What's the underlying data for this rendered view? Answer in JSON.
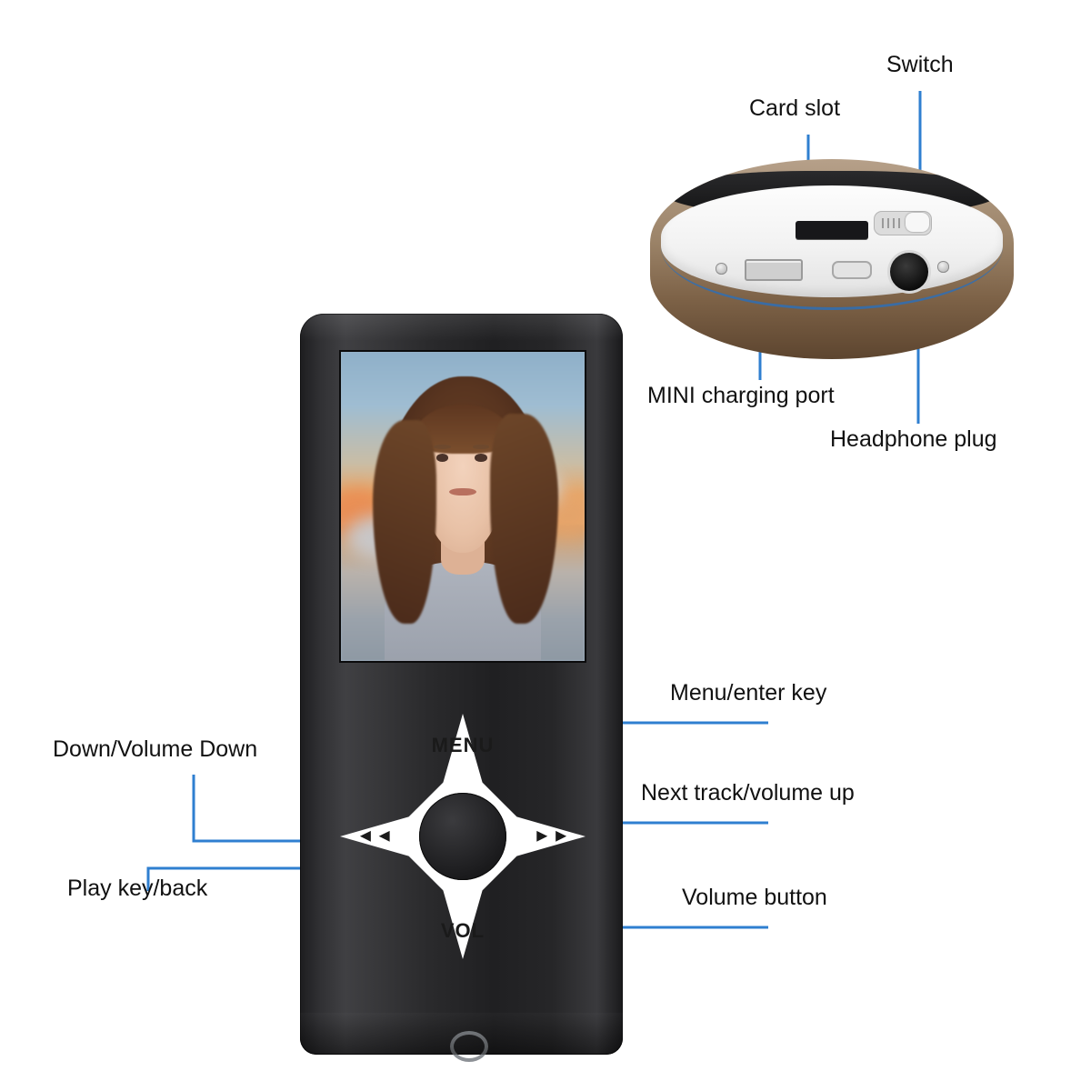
{
  "diagram": {
    "title": "MP3 player callout diagram",
    "accent_color": "#2f7fd0",
    "background_color": "#ffffff",
    "text_color": "#111111"
  },
  "labels": {
    "switch": "Switch",
    "card_slot": "Card slot",
    "mini_charging_port": "MINI charging port",
    "headphone_plug": "Headphone plug",
    "menu_enter_key": "Menu/enter key",
    "next_track_volume_up": "Next track/volume up",
    "volume_button": "Volume button",
    "down_volume_down": "Down/Volume Down",
    "play_key_back": "Play key/back"
  },
  "wheel": {
    "menu": "MENU",
    "vol": "VOL",
    "prev": "◄◄",
    "next": "►►"
  }
}
